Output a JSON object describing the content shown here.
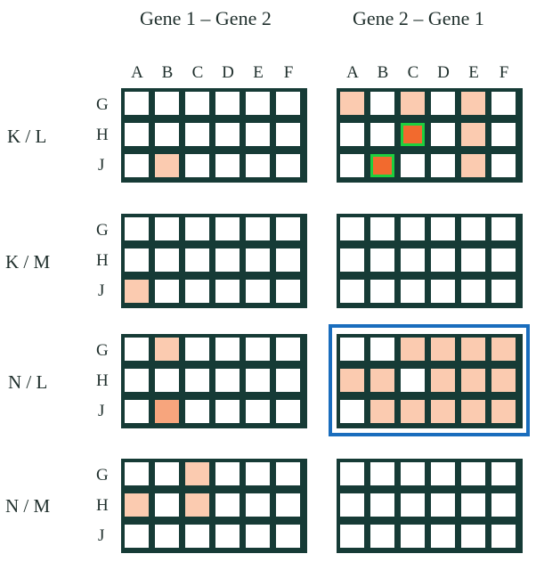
{
  "headers": {
    "left": "Gene 1 – Gene 2",
    "right": "Gene 2 – Gene 1"
  },
  "column_letters": [
    "A",
    "B",
    "C",
    "D",
    "E",
    "F"
  ],
  "row_letters": [
    "G",
    "H",
    "J"
  ],
  "colors": {
    "grid": "#163b36",
    "empty": "#ffffff",
    "light": "#fbcbb0",
    "medium": "#f7a57d",
    "dark": "#f26a2e",
    "highlight_border": "#1ecf3f",
    "panel_frame": "#1a6dbd"
  },
  "legend_note": "cell levels: 0 = empty, 1 = light, 2 = medium, 3 = dark",
  "rows": [
    {
      "label": "K / L",
      "left": [
        [
          0,
          0,
          0,
          0,
          0,
          0
        ],
        [
          0,
          0,
          0,
          0,
          0,
          0
        ],
        [
          0,
          1,
          0,
          0,
          0,
          0
        ]
      ],
      "right": [
        [
          1,
          0,
          1,
          0,
          1,
          0
        ],
        [
          0,
          0,
          3,
          0,
          1,
          0
        ],
        [
          0,
          3,
          0,
          0,
          1,
          0
        ]
      ],
      "right_highlighted_cells": [
        [
          1,
          2
        ],
        [
          2,
          1
        ]
      ]
    },
    {
      "label": "K / M",
      "left": [
        [
          0,
          0,
          0,
          0,
          0,
          0
        ],
        [
          0,
          0,
          0,
          0,
          0,
          0
        ],
        [
          1,
          0,
          0,
          0,
          0,
          0
        ]
      ],
      "right": [
        [
          0,
          0,
          0,
          0,
          0,
          0
        ],
        [
          0,
          0,
          0,
          0,
          0,
          0
        ],
        [
          0,
          0,
          0,
          0,
          0,
          0
        ]
      ],
      "right_highlighted_cells": []
    },
    {
      "label": "N / L",
      "left": [
        [
          0,
          1,
          0,
          0,
          0,
          0
        ],
        [
          0,
          0,
          0,
          0,
          0,
          0
        ],
        [
          0,
          2,
          0,
          0,
          0,
          0
        ]
      ],
      "right": [
        [
          0,
          0,
          1,
          1,
          1,
          1
        ],
        [
          1,
          1,
          0,
          1,
          1,
          1
        ],
        [
          0,
          1,
          1,
          1,
          1,
          1
        ]
      ],
      "right_highlighted_cells": [],
      "right_panel_framed": true
    },
    {
      "label": "N / M",
      "left": [
        [
          0,
          0,
          1,
          0,
          0,
          0
        ],
        [
          1,
          0,
          1,
          0,
          0,
          0
        ],
        [
          0,
          0,
          0,
          0,
          0,
          0
        ]
      ],
      "right": [
        [
          0,
          0,
          0,
          0,
          0,
          0
        ],
        [
          0,
          0,
          0,
          0,
          0,
          0
        ],
        [
          0,
          0,
          0,
          0,
          0,
          0
        ]
      ],
      "right_highlighted_cells": []
    }
  ]
}
